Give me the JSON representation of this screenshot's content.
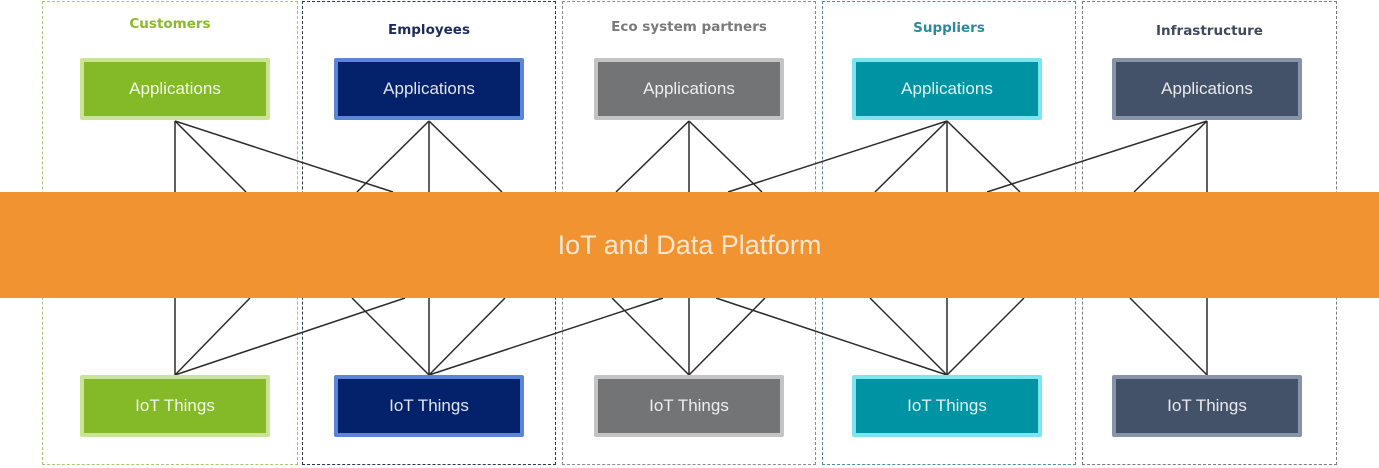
{
  "diagram": {
    "platform": {
      "label": "IoT and Data Platform",
      "color": "#f29331"
    },
    "groups": [
      {
        "id": "customers",
        "title": "Customers",
        "title_color": "#8aba2c",
        "border_color": "#a9c478",
        "app": {
          "label": "Applications",
          "fill": "#84b928",
          "outline": "#c9e39a"
        },
        "thing": {
          "label": "IoT Things",
          "fill": "#84b928",
          "outline": "#c9e39a"
        }
      },
      {
        "id": "employees",
        "title": "Employees",
        "title_color": "#1d2b5c",
        "border_color": "#2a3550",
        "app": {
          "label": "Applications",
          "fill": "#03226b",
          "outline": "#5b85d6"
        },
        "thing": {
          "label": "IoT Things",
          "fill": "#03226b",
          "outline": "#5b85d6"
        }
      },
      {
        "id": "eco-system-partners",
        "title": "Eco system partners",
        "title_color": "#7a7a7a",
        "border_color": "#8c8c8c",
        "app": {
          "label": "Applications",
          "fill": "#737476",
          "outline": "#c4c4c4"
        },
        "thing": {
          "label": "IoT Things",
          "fill": "#737476",
          "outline": "#c4c4c4"
        }
      },
      {
        "id": "suppliers",
        "title": "Suppliers",
        "title_color": "#2e8a9a",
        "border_color": "#4f8c95",
        "app": {
          "label": "Applications",
          "fill": "#0093a3",
          "outline": "#7fe3f0"
        },
        "thing": {
          "label": "IoT Things",
          "fill": "#0093a3",
          "outline": "#7fe3f0"
        }
      },
      {
        "id": "infrastructure",
        "title": "Infrastructure",
        "title_color": "#3f4a5e",
        "border_color": "#777a80",
        "app": {
          "label": "Applications",
          "fill": "#435169",
          "outline": "#8793a8"
        },
        "thing": {
          "label": "IoT Things",
          "fill": "#435169",
          "outline": "#8793a8"
        }
      }
    ],
    "connections": {
      "apps_to_platform": [
        {
          "from": "customers",
          "fans": 3
        },
        {
          "from": "employees",
          "fans": 3
        },
        {
          "from": "eco-system-partners",
          "fans": 3
        },
        {
          "from": "suppliers",
          "fans": 4
        },
        {
          "from": "infrastructure",
          "fans": 3
        }
      ],
      "platform_to_things": [
        {
          "to": "customers",
          "fans": 3
        },
        {
          "to": "employees",
          "fans": 4
        },
        {
          "to": "eco-system-partners",
          "fans": 3
        },
        {
          "to": "suppliers",
          "fans": 4
        },
        {
          "to": "infrastructure",
          "fans": 2
        }
      ]
    }
  }
}
